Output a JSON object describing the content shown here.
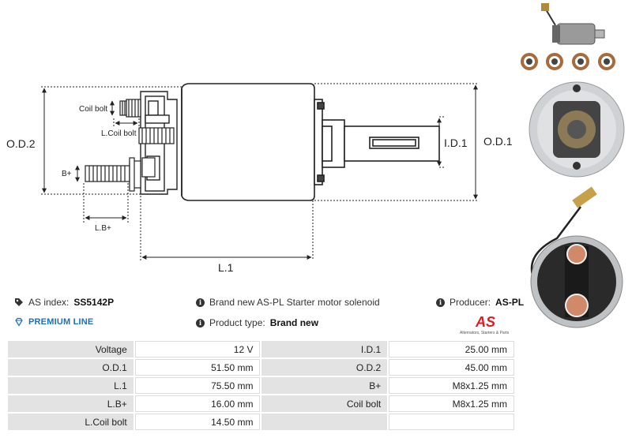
{
  "diagram": {
    "labels": {
      "coil_bolt": "Coil bolt",
      "l_coil_bolt": "L.Coil bolt",
      "b_plus": "B+",
      "l_b_plus": "L.B+",
      "od2": "O.D.2",
      "od1": "O.D.1",
      "id1": "I.D.1",
      "l1": "L.1"
    }
  },
  "info": {
    "as_index_label": "AS index:",
    "as_index_value": "SS5142P",
    "premium_line": "PREMIUM LINE",
    "brand_text": "Brand new AS-PL Starter motor solenoid",
    "product_type_label": "Product type:",
    "product_type_value": "Brand new",
    "producer_label": "Producer:",
    "producer_value": "AS-PL"
  },
  "logo": {
    "mark": "AS",
    "tagline": "Alternators, Starters & Parts",
    "color": "#e21b22"
  },
  "specs": [
    {
      "k1": "Voltage",
      "v1": "12 V",
      "k2": "I.D.1",
      "v2": "25.00 mm"
    },
    {
      "k1": "O.D.1",
      "v1": "51.50 mm",
      "k2": "O.D.2",
      "v2": "45.00 mm"
    },
    {
      "k1": "L.1",
      "v1": "75.50 mm",
      "k2": "B+",
      "v2": "M8x1.25 mm"
    },
    {
      "k1": "L.B+",
      "v1": "16.00 mm",
      "k2": "Coil bolt",
      "v2": "M8x1.25 mm"
    },
    {
      "k1": "L.Coil bolt",
      "v1": "14.50 mm",
      "k2": "",
      "v2": ""
    }
  ],
  "colors": {
    "accent": "#1d6fb8",
    "brand_red": "#e21b22",
    "key_cell": "#e3e3e3"
  }
}
